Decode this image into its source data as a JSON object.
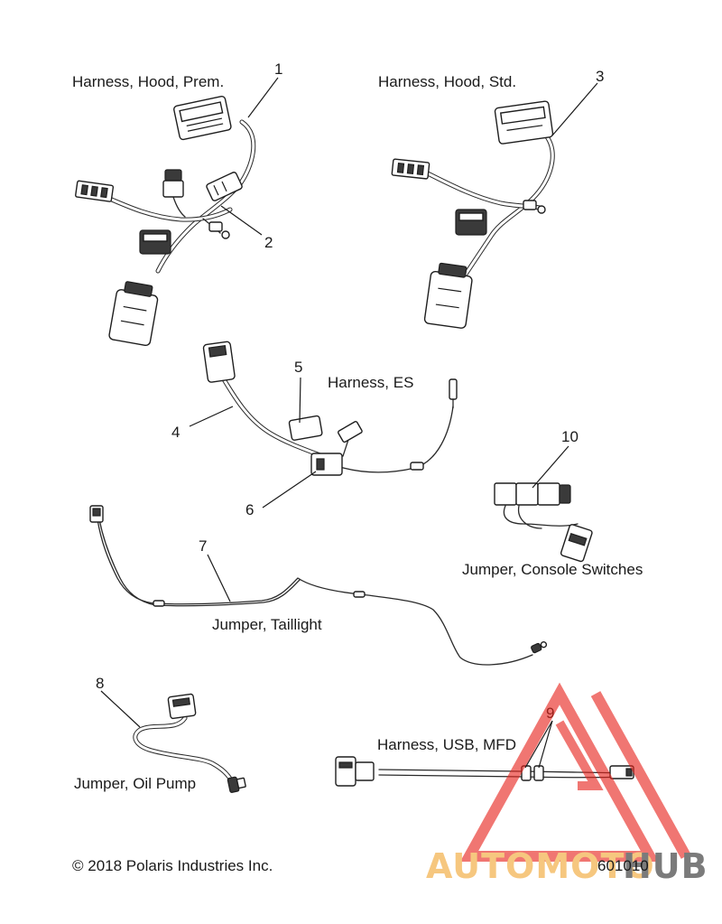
{
  "labels": {
    "hood_prem": "Harness, Hood, Prem.",
    "hood_std": "Harness, Hood, Std.",
    "es": "Harness, ES",
    "console": "Jumper, Console Switches",
    "taillight": "Jumper, Taillight",
    "oil_pump": "Jumper, Oil Pump",
    "usb_mfd": "Harness, USB, MFD"
  },
  "callouts": {
    "c1": "1",
    "c2": "2",
    "c3": "3",
    "c4": "4",
    "c5": "5",
    "c6": "6",
    "c7": "7",
    "c8": "8",
    "c9": "9",
    "c10": "10"
  },
  "footer": {
    "copyright": "© 2018 Polaris Industries Inc.",
    "figure_number": "601010"
  },
  "watermark": {
    "text_part1": "AUTOMOTO",
    "text_part2": "HUB",
    "color_accent": "#f2a531",
    "color_triangle": "#e8241c",
    "color_dark": "#2b2b2b"
  }
}
